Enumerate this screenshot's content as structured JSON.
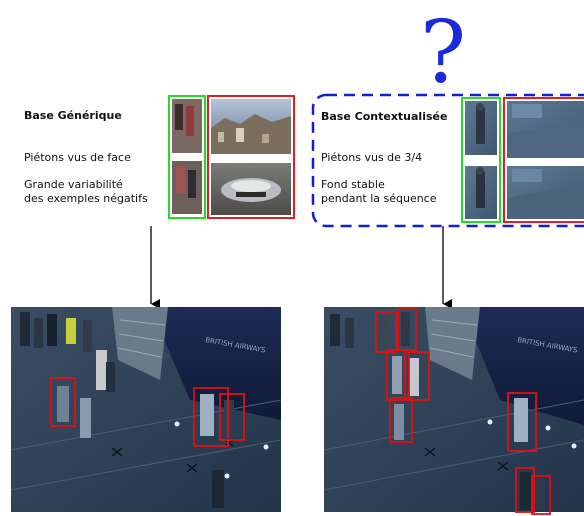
{
  "question_mark": "?",
  "generic": {
    "title": "Base Générique",
    "line1": "Piétons vus de face",
    "line2a": "Grande variabilité",
    "line2b": "des exemples négatifs"
  },
  "contextual": {
    "title": "Base Contextualisée",
    "line1": "Piétons vus de 3/4",
    "line2a": "Fond stable",
    "line2b": "pendant la séquence"
  },
  "scene_sign": "BRITISH AIRWAYS",
  "colors": {
    "positive_frame": "#22dd22",
    "negative_frame": "#e02020",
    "detection_box": "#e01010",
    "context_dash": "#1020cc"
  }
}
